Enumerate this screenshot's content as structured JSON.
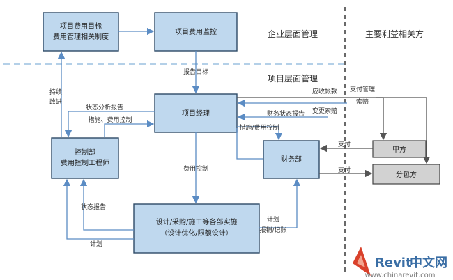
{
  "colors": {
    "box_fill": "#bfd8ee",
    "box_border": "#2e4a66",
    "flow_line": "#5b8cc4",
    "dark_line": "#555555",
    "logo_blue": "#3a6ea5",
    "logo_red": "#d9412b"
  },
  "headers": {
    "enterprise_level": "企业层面管理",
    "stakeholders": "主要利益相关方",
    "project_level": "项目层面管理"
  },
  "boxes": {
    "cost_target_line1": "项目费用目标",
    "cost_target_line2": "费用管理相关制度",
    "cost_monitor": "项目费用监控",
    "project_manager": "项目经理",
    "control_dept_line1": "控制部",
    "control_dept_line2": "费用控制工程师",
    "finance_dept": "财务部",
    "party_a": "甲方",
    "subcontractor": "分包方",
    "execution_line1": "设计/采购/施工等各部实施",
    "execution_line2": "（设计优化/限额设计）"
  },
  "labels": {
    "report_index": "报告目标",
    "continuous_improvement_1": "持续",
    "continuous_improvement_2": "改进",
    "status_analysis_report": "状态分析报告",
    "measures_cost_control": "措施、费用控制",
    "cost_control": "费用控制",
    "status_report": "状态报告",
    "plan": "计划",
    "receivable_1": "应收帐款",
    "change_claim": "变更索赔",
    "financial_status_report": "财务状态报告",
    "measures_cost_control_2": "措施/费用控制",
    "payment_mgmt_1": "支付管理",
    "payment_mgmt_2": "索赔",
    "payment": "支付",
    "pay": "支付",
    "plan_report_1": "计划",
    "plan_report_2": "报销/记账"
  },
  "logo": {
    "brand_latin": "Revit",
    "brand_cn": "中文网",
    "url": "www.chinarevit.com"
  }
}
